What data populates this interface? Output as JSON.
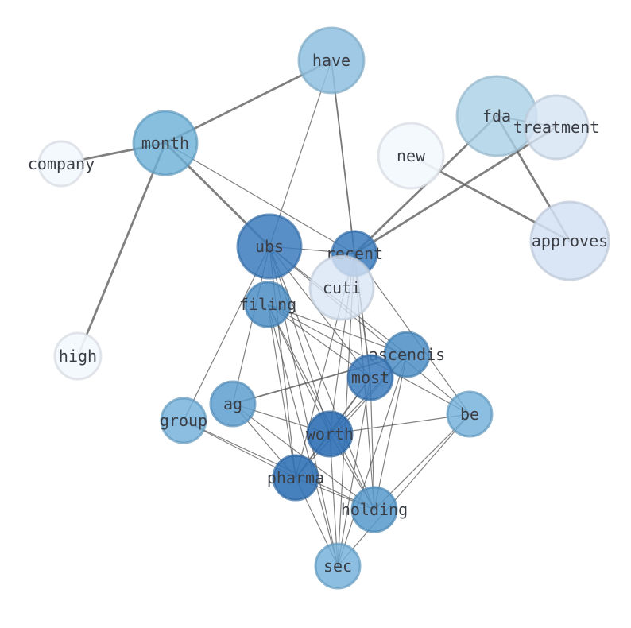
{
  "graph": {
    "nodes": [
      {
        "id": "have",
        "label": "have",
        "color": "#8ec0e0"
      },
      {
        "id": "month",
        "label": "month",
        "color": "#6aaed6"
      },
      {
        "id": "company",
        "label": "company",
        "color": "#f3f8fe"
      },
      {
        "id": "fda",
        "label": "fda",
        "color": "#a9cfe5"
      },
      {
        "id": "treatment",
        "label": "treatment",
        "color": "#d6e4f4"
      },
      {
        "id": "new",
        "label": "new",
        "color": "#f3f8fe"
      },
      {
        "id": "approves",
        "label": "approves",
        "color": "#d3e1f3"
      },
      {
        "id": "ubs",
        "label": "ubs",
        "color": "#3b7bbd"
      },
      {
        "id": "recent",
        "label": "recent",
        "color": "#3a7abb"
      },
      {
        "id": "cuti",
        "label": "cuti",
        "color": "#dae6f5"
      },
      {
        "id": "filing",
        "label": "filing",
        "color": "#4b8ec6"
      },
      {
        "id": "high",
        "label": "high",
        "color": "#f3f8fe"
      },
      {
        "id": "ascendis",
        "label": "ascendis",
        "color": "#4b8ec6"
      },
      {
        "id": "most",
        "label": "most",
        "color": "#3a7abb"
      },
      {
        "id": "ag",
        "label": "ag",
        "color": "#5d9fd0"
      },
      {
        "id": "group",
        "label": "group",
        "color": "#6eaed8"
      },
      {
        "id": "be",
        "label": "be",
        "color": "#6eaed8"
      },
      {
        "id": "worth",
        "label": "worth",
        "color": "#2f6fb4"
      },
      {
        "id": "pharma",
        "label": "pharma",
        "color": "#3373b6"
      },
      {
        "id": "holding",
        "label": "holding",
        "color": "#5699cb"
      },
      {
        "id": "sec",
        "label": "sec",
        "color": "#6eaed8"
      }
    ],
    "edges": [
      [
        "have",
        "month",
        "thick"
      ],
      [
        "month",
        "company",
        "thick"
      ],
      [
        "month",
        "high",
        "thick"
      ],
      [
        "month",
        "ubs",
        "thick"
      ],
      [
        "month",
        "recent",
        "thin"
      ],
      [
        "have",
        "recent",
        "medium"
      ],
      [
        "have",
        "ubs",
        "thin"
      ],
      [
        "fda",
        "recent",
        "thick"
      ],
      [
        "fda",
        "treatment",
        "medium"
      ],
      [
        "fda",
        "approves",
        "thick"
      ],
      [
        "treatment",
        "recent",
        "thick"
      ],
      [
        "new",
        "approves",
        "thick"
      ],
      [
        "ubs",
        "recent",
        "thin"
      ],
      [
        "ubs",
        "ascendis",
        "thin"
      ],
      [
        "ubs",
        "most",
        "thin"
      ],
      [
        "ubs",
        "worth",
        "thin"
      ],
      [
        "ubs",
        "pharma",
        "thin"
      ],
      [
        "ubs",
        "holding",
        "thin"
      ],
      [
        "ubs",
        "sec",
        "thin"
      ],
      [
        "ubs",
        "ag",
        "thin"
      ],
      [
        "ubs",
        "be",
        "thin"
      ],
      [
        "ubs",
        "group",
        "thin"
      ],
      [
        "recent",
        "most",
        "medium"
      ],
      [
        "recent",
        "be",
        "thin"
      ],
      [
        "recent",
        "worth",
        "thin"
      ],
      [
        "recent",
        "holding",
        "thin"
      ],
      [
        "recent",
        "sec",
        "thin"
      ],
      [
        "recent",
        "pharma",
        "thin"
      ],
      [
        "filing",
        "ascendis",
        "thin"
      ],
      [
        "filing",
        "most",
        "thin"
      ],
      [
        "filing",
        "worth",
        "thin"
      ],
      [
        "filing",
        "pharma",
        "thin"
      ],
      [
        "filing",
        "holding",
        "thin"
      ],
      [
        "filing",
        "sec",
        "thin"
      ],
      [
        "filing",
        "be",
        "thin"
      ],
      [
        "ascendis",
        "ag",
        "medium"
      ],
      [
        "ascendis",
        "worth",
        "thin"
      ],
      [
        "ascendis",
        "pharma",
        "thin"
      ],
      [
        "ascendis",
        "holding",
        "thin"
      ],
      [
        "ascendis",
        "sec",
        "thin"
      ],
      [
        "most",
        "worth",
        "thin"
      ],
      [
        "most",
        "pharma",
        "thin"
      ],
      [
        "most",
        "sec",
        "thin"
      ],
      [
        "most",
        "holding",
        "thin"
      ],
      [
        "ag",
        "worth",
        "thin"
      ],
      [
        "ag",
        "pharma",
        "thin"
      ],
      [
        "ag",
        "holding",
        "thin"
      ],
      [
        "group",
        "pharma",
        "thin"
      ],
      [
        "group",
        "holding",
        "thin"
      ],
      [
        "be",
        "worth",
        "thin"
      ],
      [
        "be",
        "holding",
        "thin"
      ],
      [
        "be",
        "sec",
        "thin"
      ],
      [
        "worth",
        "pharma",
        "thin"
      ],
      [
        "worth",
        "holding",
        "thin"
      ],
      [
        "worth",
        "sec",
        "thin"
      ],
      [
        "pharma",
        "holding",
        "thin"
      ],
      [
        "pharma",
        "sec",
        "thin"
      ]
    ]
  }
}
